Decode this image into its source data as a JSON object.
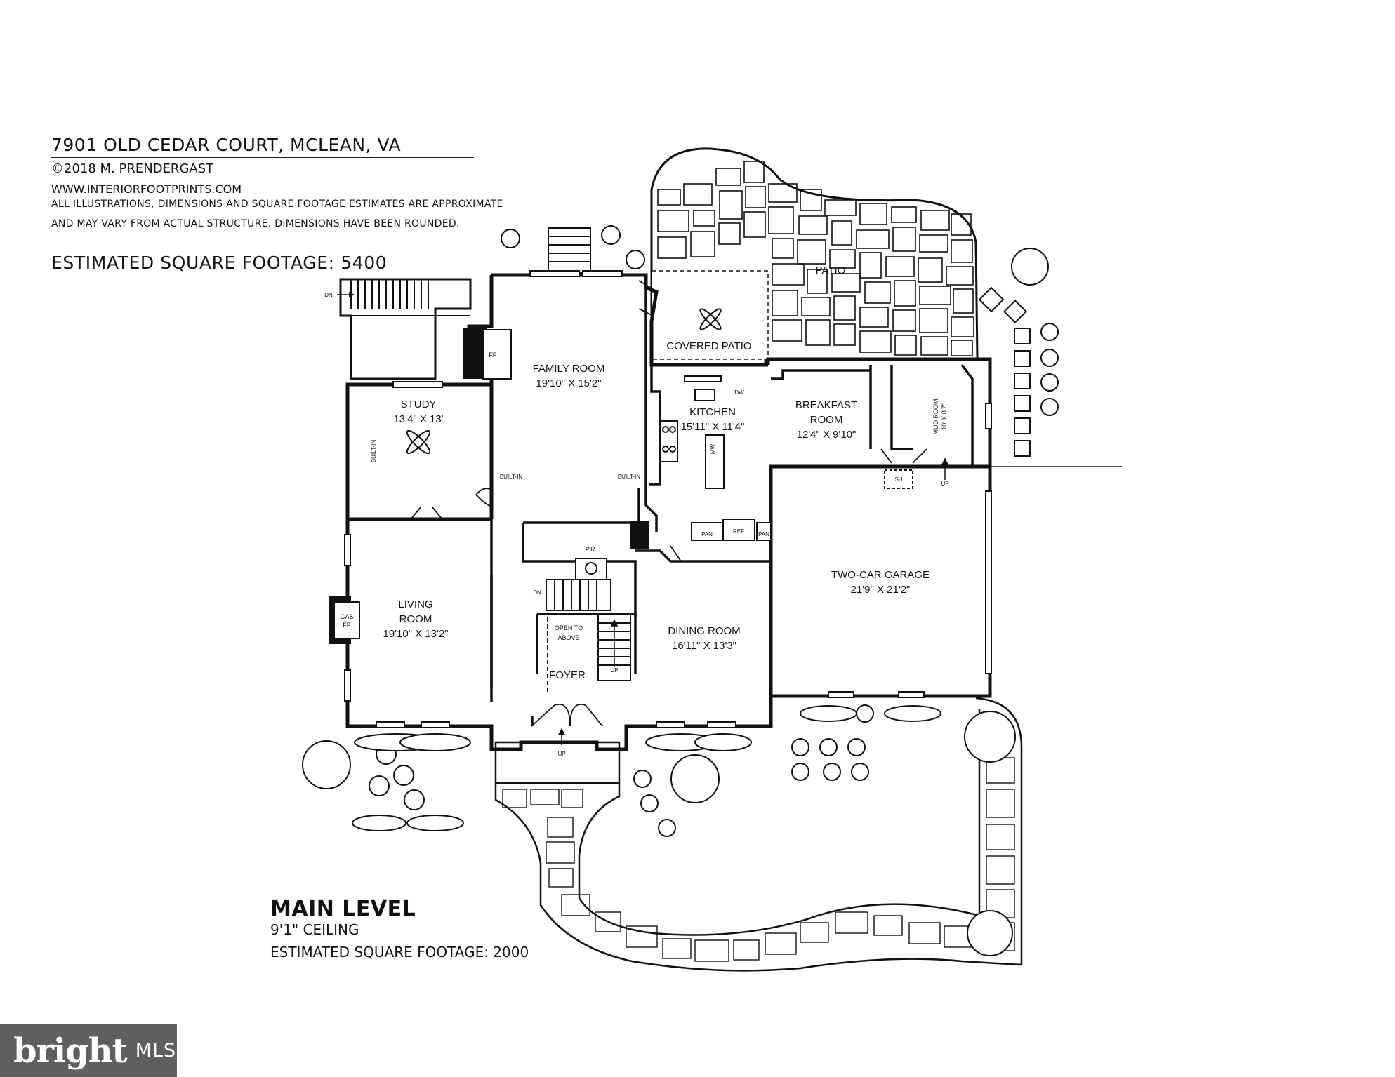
{
  "header": {
    "address": "7901 OLD CEDAR COURT, MCLEAN, VA",
    "copyright": "©2018 M. PRENDERGAST",
    "website": "WWW.INTERIORFOOTPRINTS.COM",
    "disclaimer_line1": "ALL ILLUSTRATIONS, DIMENSIONS AND SQUARE FOOTAGE ESTIMATES ARE APPROXIMATE",
    "disclaimer_line2": "AND MAY VARY FROM ACTUAL STRUCTURE. DIMENSIONS HAVE BEEN ROUNDED.",
    "total_sqft": "ESTIMATED SQUARE FOOTAGE: 5400"
  },
  "level": {
    "title": "MAIN LEVEL",
    "ceiling": "9'1\" CEILING",
    "sqft": "ESTIMATED SQUARE FOOTAGE: 2000"
  },
  "rooms": {
    "family_room": {
      "name": "FAMILY ROOM",
      "dims": "19'10\" X 15'2\""
    },
    "study": {
      "name": "STUDY",
      "dims": "13'4\" X 13'"
    },
    "living_room": {
      "name1": "LIVING",
      "name2": "ROOM",
      "dims": "19'10\" X 13'2\""
    },
    "kitchen": {
      "name": "KITCHEN",
      "dims": "15'11\" X 11'4\""
    },
    "breakfast_room": {
      "name1": "BREAKFAST",
      "name2": "ROOM",
      "dims": "12'4\" X 9'10\""
    },
    "mud_room": {
      "name": "MUD ROOM",
      "dims": "10' X 8'7\""
    },
    "dining_room": {
      "name": "DINING ROOM",
      "dims": "16'11\" X 13'3\""
    },
    "garage": {
      "name": "TWO-CAR GARAGE",
      "dims": "21'9\" X 21'2\""
    },
    "foyer": {
      "name": "FOYER"
    },
    "covered_patio": {
      "name": "COVERED PATIO"
    },
    "patio": {
      "name": "PATIO"
    }
  },
  "fixtures": {
    "fp": "FP",
    "gas_fp_1": "GAS",
    "gas_fp_2": "FP",
    "built_in": "BUILT-IN",
    "pr": "P.R.",
    "pan": "PAN",
    "ref": "REF",
    "dw": "DW",
    "mw": "MW",
    "sh": "SH",
    "open_to_1": "OPEN TO",
    "open_to_2": "ABOVE",
    "dn": "DN",
    "up": "UP"
  },
  "logo": {
    "word": "bright",
    "mls": "MLS"
  }
}
